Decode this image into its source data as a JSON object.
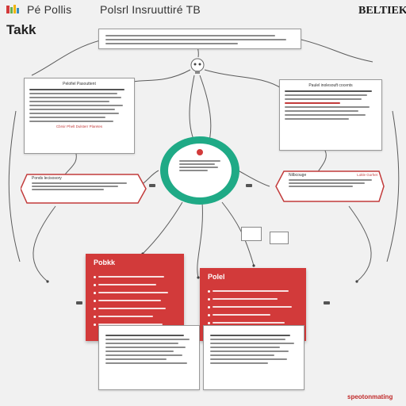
{
  "header": {
    "left_logo_text": "Pé Pollis",
    "title_text": "Polsrl Insruuttiré TB",
    "brand_text": "BELTIEK",
    "subtitle_text": "Takk"
  },
  "panels": {
    "top_note_title": "",
    "left_panel_title": "Pelofiel Pasouttent",
    "left_panel_footer": "Cbrsir Phelt Dulsterr Plaretes",
    "right_panel_title": "Paulel inolesouft cocents",
    "left_callout_title": "Ponds lecisosory",
    "right_callout_title": "Nilbcouge",
    "right_callout_tag": "Lokle Gorhet",
    "hub_label": "",
    "red_left_title": "Pobkk",
    "red_right_title": "Polel",
    "bottom_left_title": "",
    "bottom_right_title": ""
  },
  "footer": {
    "bottom_right_text": "speotonmating"
  },
  "colors": {
    "accent_red": "#d23a3a",
    "hub_green": "#1faa86",
    "panel_bg": "#ffffff",
    "page_bg": "#f1f1f1"
  }
}
